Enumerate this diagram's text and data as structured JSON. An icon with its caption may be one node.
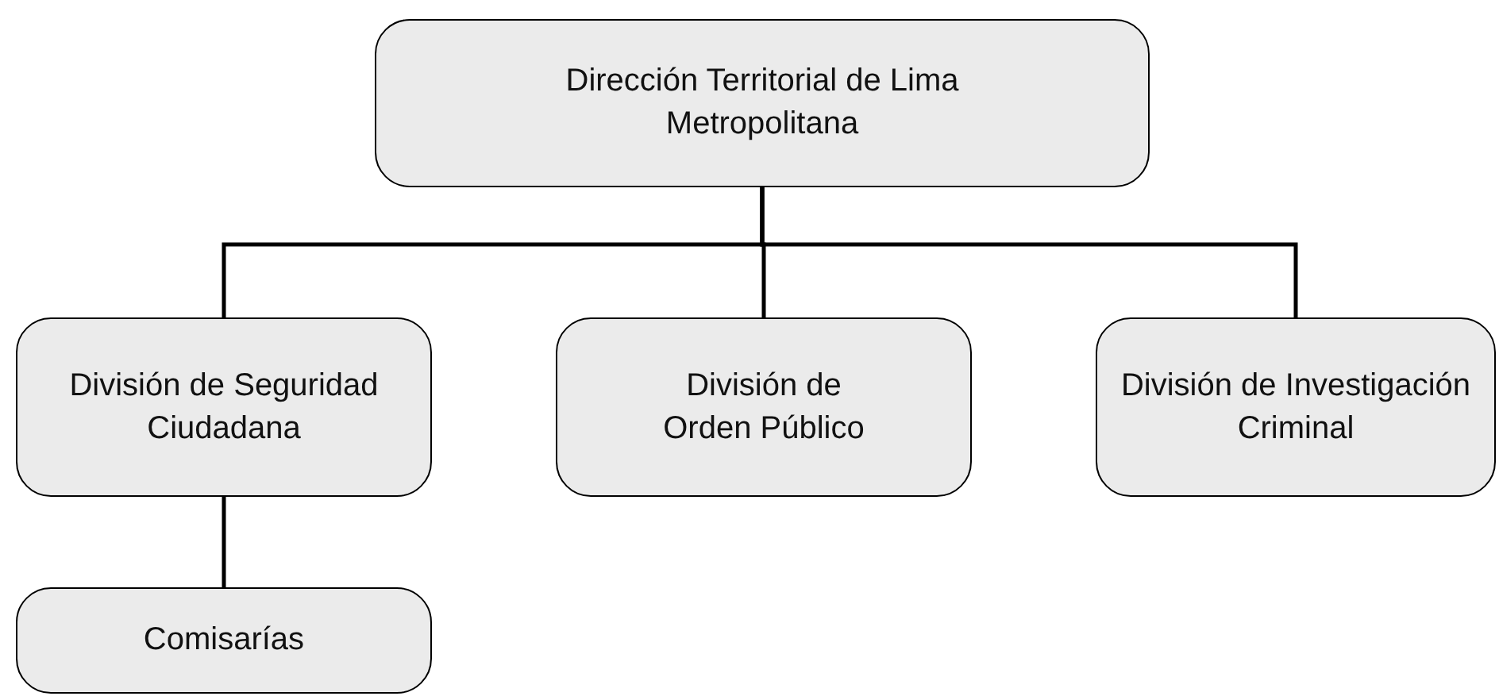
{
  "diagram": {
    "nodes": [
      {
        "text": [
          "Dirección Territorial de Lima Metropolitana"
        ]
      },
      {
        "text": [
          "División de Seguridad Ciudadana"
        ]
      },
      {
        "text": [
          "División de Orden Público"
        ]
      },
      {
        "text": [
          "División de Investigación Criminal"
        ]
      },
      {
        "text": [
          "Comisarías"
        ]
      }
    ],
    "edges": [
      {
        "from": 0,
        "to": 1,
        "arrow": "none"
      },
      {
        "from": 0,
        "to": 2,
        "arrow": "none"
      },
      {
        "from": 0,
        "to": 3,
        "arrow": "none"
      },
      {
        "from": 1,
        "to": 4,
        "arrow": "none"
      }
    ]
  }
}
